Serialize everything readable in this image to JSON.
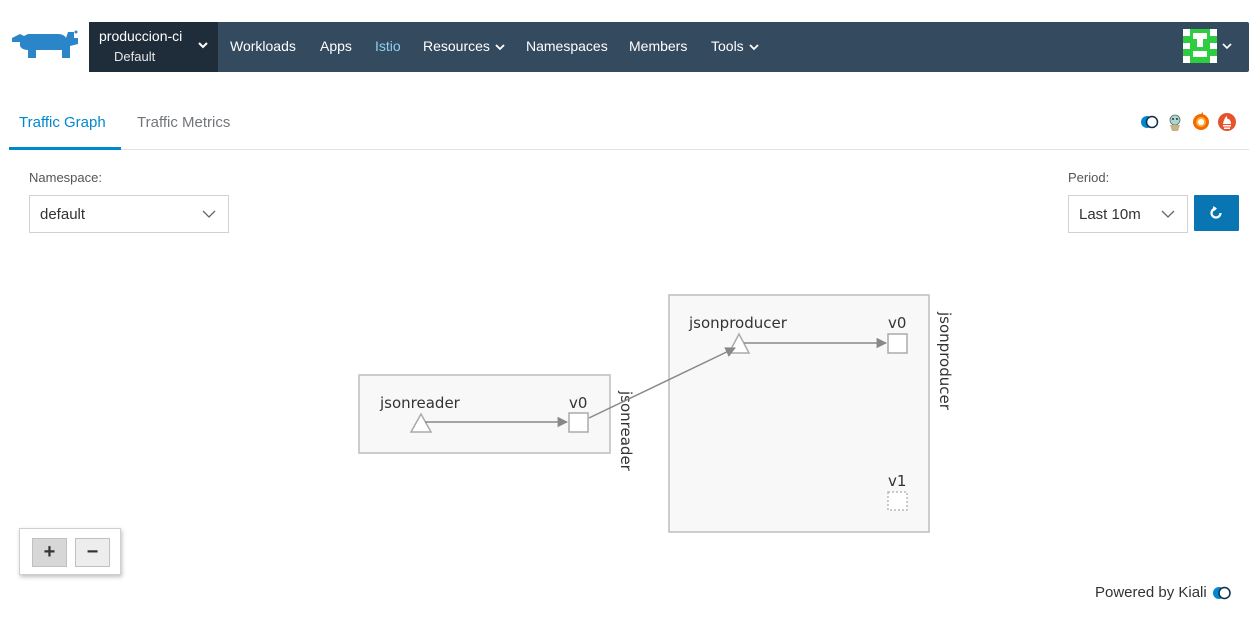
{
  "header": {
    "cluster_name": "produccion-ci",
    "project_name": "Default",
    "nav_items": [
      {
        "label": "Workloads",
        "active": false,
        "dropdown": false
      },
      {
        "label": "Apps",
        "active": false,
        "dropdown": false
      },
      {
        "label": "Istio",
        "active": true,
        "dropdown": false
      },
      {
        "label": "Resources",
        "active": false,
        "dropdown": true
      },
      {
        "label": "Namespaces",
        "active": false,
        "dropdown": false
      },
      {
        "label": "Members",
        "active": false,
        "dropdown": false
      },
      {
        "label": "Tools",
        "active": false,
        "dropdown": true
      }
    ],
    "logo_icon": "rancher-logo-icon",
    "avatar_icon": "user-avatar-identicon"
  },
  "tabs": [
    {
      "label": "Traffic Graph",
      "active": true
    },
    {
      "label": "Traffic Metrics",
      "active": false
    }
  ],
  "tool_icons": [
    "kiali-icon",
    "jaeger-icon",
    "grafana-icon",
    "prometheus-icon"
  ],
  "filters": {
    "namespace_label": "Namespace:",
    "namespace_value": "default",
    "period_label": "Period:",
    "period_value": "Last 10m"
  },
  "graph": {
    "groups": [
      {
        "name": "jsonreader",
        "app_label": "jsonreader",
        "versions": [
          "v0"
        ]
      },
      {
        "name": "jsonproducer",
        "app_label": "jsonproducer",
        "versions": [
          "v0",
          "v1"
        ]
      }
    ]
  },
  "zoom": {
    "in_label": "+",
    "out_label": "−"
  },
  "footer": {
    "powered_by": "Powered by Kiali"
  },
  "colors": {
    "navbar": "#344a5e",
    "cluster_bg": "#1f2d3a",
    "active_nav": "#8fd1ee",
    "accent": "#0088ce",
    "refresh_button": "#0a75b3",
    "rancher_blue": "#2a86c9"
  }
}
